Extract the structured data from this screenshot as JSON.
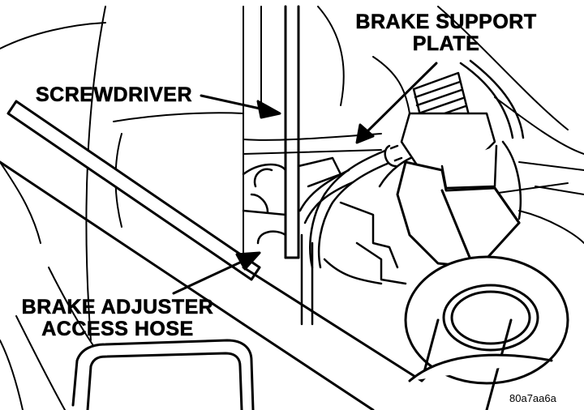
{
  "labels": {
    "brake_support_plate_line1": "BRAKE SUPPORT",
    "brake_support_plate_line2": "PLATE",
    "screwdriver": "SCREWDRIVER",
    "brake_adjuster_line1": "BRAKE ADJUSTER",
    "brake_adjuster_line2": "ACCESS HOSE"
  },
  "figure_code": "80a7aa6a",
  "colors": {
    "ink": "#000000",
    "paper": "#ffffff"
  }
}
